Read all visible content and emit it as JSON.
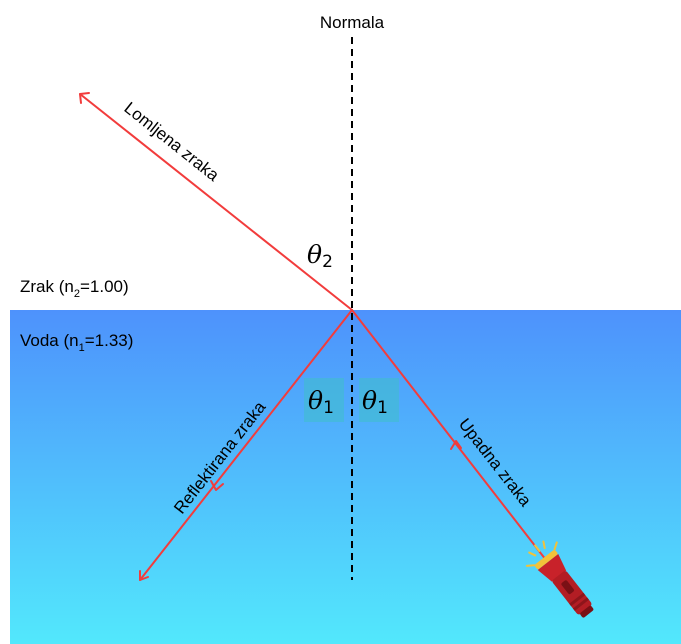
{
  "labels": {
    "normal": "Normala",
    "refracted_ray": "Lomljena zraka",
    "reflected_ray": "Reflektirana zraka",
    "incident_ray": "Upadna zraka",
    "air_name": "Zrak (n",
    "air_sub": "2",
    "air_value": "=1.00)",
    "water_name": "Voda (n",
    "water_sub": "1",
    "water_value": "=1.33)"
  },
  "angles": {
    "refraction_symbol": "θ",
    "refraction_sub": "2",
    "incidence_symbol": "θ",
    "incidence_sub": "1",
    "reflection_symbol": "θ",
    "reflection_sub": "1"
  },
  "colors": {
    "ray": "#f23c3c",
    "water_top": "#4e92fc",
    "water_bottom": "#52e8fc",
    "angle_highlight": "#3fc0c9",
    "normal_line": "#000000",
    "flashlight_body": "#c8222a",
    "flashlight_accent": "#f2c23a"
  },
  "icons": {
    "light_source": "flashlight-icon"
  }
}
